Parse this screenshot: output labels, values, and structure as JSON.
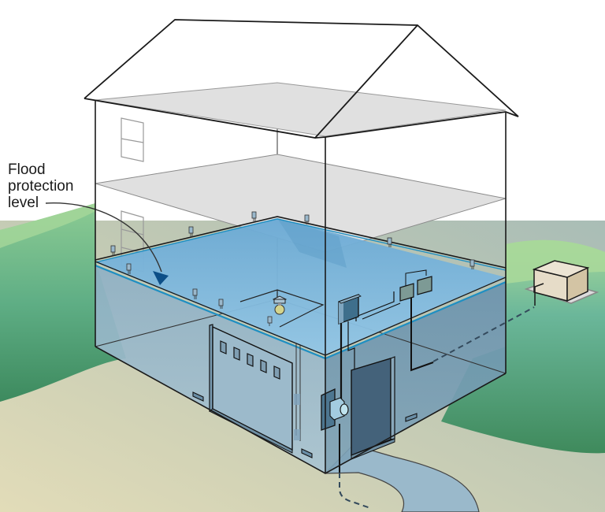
{
  "figure": {
    "title": "House elevated utilities flood protection diagram",
    "annotation": {
      "lines": [
        "Flood",
        "protection",
        "level"
      ]
    },
    "elements": [
      "house-roof",
      "attic-floor",
      "second-floor",
      "flood-protection-plane",
      "garage-door",
      "entry-door",
      "electric-meter",
      "electrical-panel",
      "disconnect-boxes",
      "ceiling-light",
      "wall-outlets",
      "foundation-vents",
      "elevated-outdoor-unit",
      "driveway-path",
      "underground-service-line"
    ],
    "colors": {
      "water_fill": "#7fb8dc",
      "water_edge": "#1f8fc2",
      "wall_below_flood": "#8fb3c8",
      "arrow": "#0d4f87",
      "grass_light": "#9fd08f",
      "grass_dark": "#3f8a5f",
      "ground": "#cfd3b8",
      "floor_gray": "#e2e2e2",
      "outline": "#1a1a1a",
      "unit_box": "#e6dcc8",
      "bulb": "#d8d890"
    }
  }
}
